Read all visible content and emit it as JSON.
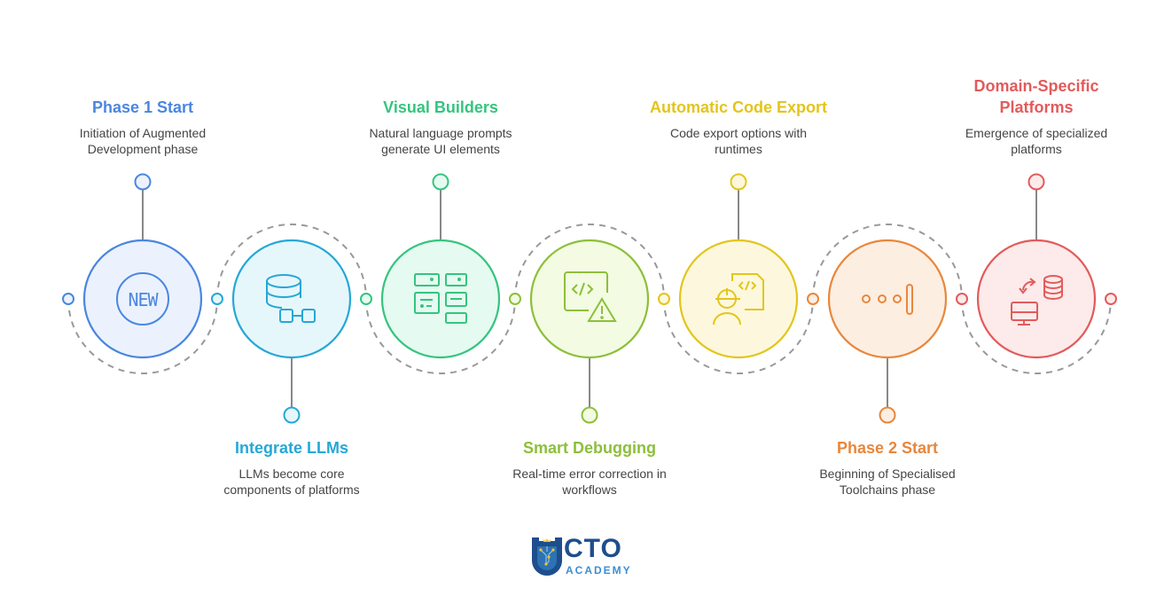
{
  "diagram": {
    "milestones": [
      {
        "title": "Phase 1 Start",
        "description_line1": "Initiation of Augmented",
        "description_line2": "Development phase",
        "icon": "new-badge-icon",
        "color": "#4a86e0",
        "fill": "#ebf2fd",
        "position": "top"
      },
      {
        "title": "Integrate LLMs",
        "description_line1": "LLMs become core",
        "description_line2": "components of platforms",
        "icon": "database-network-icon",
        "color": "#25a8d6",
        "fill": "#e6f7fc",
        "position": "bottom"
      },
      {
        "title": "Visual Builders",
        "description_line1": "Natural language prompts",
        "description_line2": "generate UI elements",
        "icon": "ui-layout-icon",
        "color": "#35c47f",
        "fill": "#e5faf0",
        "position": "top"
      },
      {
        "title": "Smart Debugging",
        "description_line1": "Real-time error correction in",
        "description_line2": "workflows",
        "icon": "code-warning-icon",
        "color": "#8dbf3a",
        "fill": "#f3fbe2",
        "position": "bottom"
      },
      {
        "title": "Automatic Code Export",
        "description_line1": "Code export options with",
        "description_line2": "runtimes",
        "icon": "developer-code-icon",
        "color": "#e3c51c",
        "fill": "#fdf8dd",
        "position": "top"
      },
      {
        "title": "Phase 2 Start",
        "description_line1": "Beginning of Specialised",
        "description_line2": "Toolchains phase",
        "icon": "progress-dots-icon",
        "color": "#e8873c",
        "fill": "#fdeee2",
        "position": "bottom"
      },
      {
        "title": "Domain-Specific Platforms",
        "title_line1": "Domain-Specific",
        "title_line2": "Platforms",
        "description_line1": "Emergence of specialized",
        "description_line2": "platforms",
        "icon": "computer-database-sync-icon",
        "color": "#e25b5b",
        "fill": "#fdeaea",
        "position": "top"
      }
    ]
  },
  "logo": {
    "brand": "CTO",
    "sub": "ACADEMY",
    "primary_color": "#1e4e8c",
    "secondary_color": "#3a8fd4",
    "accent_color": "#f2c230"
  }
}
